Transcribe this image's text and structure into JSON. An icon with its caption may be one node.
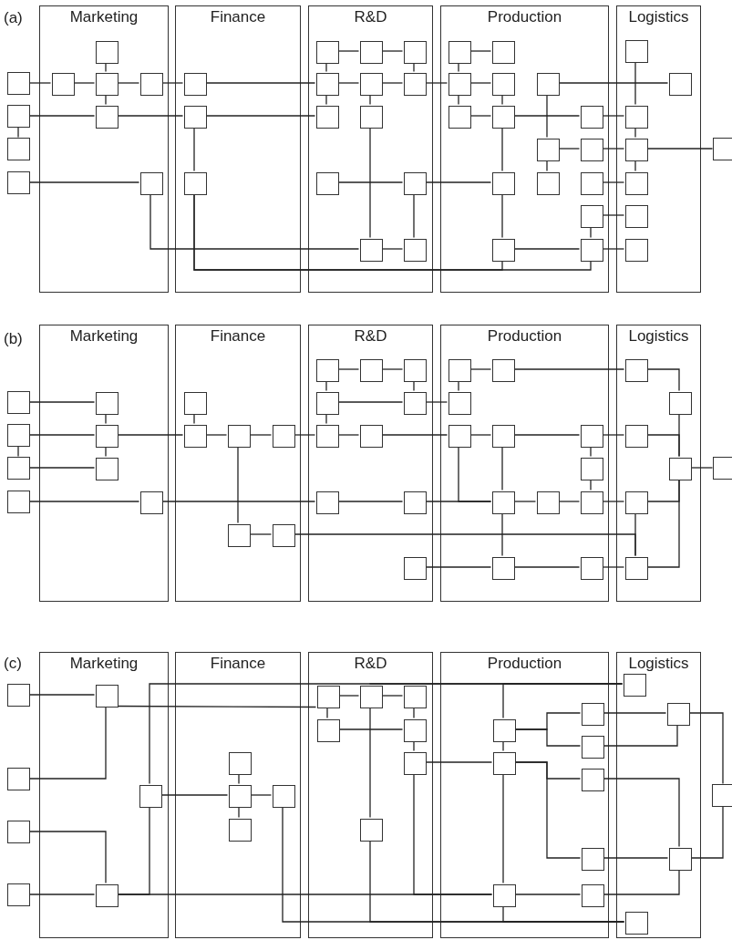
{
  "diagram": {
    "nodes": [
      {
        "text": [],
        "shape": "box"
      },
      {
        "text": [],
        "shape": "box"
      },
      {
        "text": [],
        "shape": "box"
      },
      {
        "text": [],
        "shape": "box"
      },
      {
        "text": [
          "Marketing"
        ]
      },
      {
        "text": [],
        "shape": "box",
        "in": 4
      },
      {
        "text": [],
        "shape": "box",
        "in": 4
      },
      {
        "text": [],
        "shape": "box",
        "in": 4
      },
      {
        "text": [],
        "shape": "box",
        "in": 4
      },
      {
        "text": [],
        "shape": "box",
        "in": 4
      },
      {
        "text": [],
        "shape": "box",
        "in": 4
      },
      {
        "text": [
          "Finance"
        ]
      },
      {
        "text": [],
        "shape": "box",
        "in": 11
      },
      {
        "text": [],
        "shape": "box",
        "in": 11
      },
      {
        "text": [],
        "shape": "box",
        "in": 11
      },
      {
        "text": [
          "R&D"
        ]
      },
      {
        "text": [],
        "shape": "box",
        "in": 15
      },
      {
        "text": [],
        "shape": "box",
        "in": 15
      },
      {
        "text": [],
        "shape": "box",
        "in": 15
      },
      {
        "text": [],
        "shape": "box",
        "in": 15
      },
      {
        "text": [],
        "shape": "box",
        "in": 15
      },
      {
        "text": [],
        "shape": "box",
        "in": 15
      },
      {
        "text": [],
        "shape": "box",
        "in": 15
      },
      {
        "text": [],
        "shape": "box",
        "in": 15
      },
      {
        "text": [],
        "shape": "box",
        "in": 15
      },
      {
        "text": [],
        "shape": "box",
        "in": 15
      },
      {
        "text": [],
        "shape": "box",
        "in": 15
      },
      {
        "text": [],
        "shape": "box",
        "in": 15
      },
      {
        "text": [
          "Production"
        ]
      },
      {
        "text": [],
        "shape": "box",
        "in": 28
      },
      {
        "text": [],
        "shape": "box",
        "in": 28
      },
      {
        "text": [],
        "shape": "box",
        "in": 28
      },
      {
        "text": [],
        "shape": "box",
        "in": 28
      },
      {
        "text": [],
        "shape": "box",
        "in": 28
      },
      {
        "text": [],
        "shape": "box",
        "in": 28
      },
      {
        "text": [],
        "shape": "box",
        "in": 28
      },
      {
        "text": [],
        "shape": "box",
        "in": 28
      },
      {
        "text": [],
        "shape": "box",
        "in": 28
      },
      {
        "text": [],
        "shape": "box",
        "in": 28
      },
      {
        "text": [],
        "shape": "box",
        "in": 28
      },
      {
        "text": [],
        "shape": "box",
        "in": 28
      },
      {
        "text": [],
        "shape": "box",
        "in": 28
      },
      {
        "text": [],
        "shape": "box",
        "in": 28
      },
      {
        "text": [],
        "shape": "box",
        "in": 28
      },
      {
        "text": [],
        "shape": "box",
        "in": 28
      },
      {
        "text": [
          "Logistics"
        ]
      },
      {
        "text": [],
        "shape": "box",
        "in": 45
      },
      {
        "text": [],
        "shape": "box",
        "in": 45
      },
      {
        "text": [],
        "shape": "box",
        "in": 45
      },
      {
        "text": [],
        "shape": "box",
        "in": 45
      },
      {
        "text": [],
        "shape": "box",
        "in": 45
      },
      {
        "text": [],
        "shape": "box",
        "in": 45
      },
      {
        "text": [],
        "shape": "box",
        "in": 45
      },
      {
        "text": [],
        "shape": "box"
      },
      {
        "text": [],
        "shape": "box"
      },
      {
        "text": [],
        "shape": "box"
      },
      {
        "text": [],
        "shape": "box"
      },
      {
        "text": [],
        "shape": "box"
      },
      {
        "text": [
          "Marketing"
        ]
      },
      {
        "text": [],
        "shape": "box",
        "in": 58
      },
      {
        "text": [],
        "shape": "box",
        "in": 58
      },
      {
        "text": [],
        "shape": "box",
        "in": 58
      },
      {
        "text": [],
        "shape": "box",
        "in": 58
      },
      {
        "text": [
          "Finance"
        ]
      },
      {
        "text": [],
        "shape": "box",
        "in": 63
      },
      {
        "text": [],
        "shape": "box",
        "in": 63
      },
      {
        "text": [],
        "shape": "box",
        "in": 63
      },
      {
        "text": [],
        "shape": "box",
        "in": 63
      },
      {
        "text": [],
        "shape": "box",
        "in": 63
      },
      {
        "text": [],
        "shape": "box",
        "in": 63
      },
      {
        "text": [
          "R&D"
        ]
      },
      {
        "text": [],
        "shape": "box",
        "in": 70
      },
      {
        "text": [],
        "shape": "box",
        "in": 70
      },
      {
        "text": [],
        "shape": "box",
        "in": 70
      },
      {
        "text": [],
        "shape": "box",
        "in": 70
      },
      {
        "text": [],
        "shape": "box",
        "in": 70
      },
      {
        "text": [],
        "shape": "box",
        "in": 70
      },
      {
        "text": [],
        "shape": "box",
        "in": 70
      },
      {
        "text": [],
        "shape": "box",
        "in": 70
      },
      {
        "text": [],
        "shape": "box",
        "in": 70
      },
      {
        "text": [],
        "shape": "box",
        "in": 70
      },
      {
        "text": [
          "Production"
        ]
      },
      {
        "text": [],
        "shape": "box",
        "in": 81
      },
      {
        "text": [],
        "shape": "box",
        "in": 81
      },
      {
        "text": [],
        "shape": "box",
        "in": 81
      },
      {
        "text": [],
        "shape": "box",
        "in": 81
      },
      {
        "text": [],
        "shape": "box",
        "in": 81
      },
      {
        "text": [],
        "shape": "box",
        "in": 81
      },
      {
        "text": [],
        "shape": "box",
        "in": 81
      },
      {
        "text": [],
        "shape": "box",
        "in": 81
      },
      {
        "text": [],
        "shape": "box",
        "in": 81
      },
      {
        "text": [],
        "shape": "box",
        "in": 81
      },
      {
        "text": [],
        "shape": "box",
        "in": 81
      },
      {
        "text": [],
        "shape": "box",
        "in": 81
      },
      {
        "text": [
          "Logistics"
        ]
      },
      {
        "text": [],
        "shape": "box",
        "in": 94
      },
      {
        "text": [],
        "shape": "box",
        "in": 94
      },
      {
        "text": [],
        "shape": "box",
        "in": 94
      },
      {
        "text": [],
        "shape": "box",
        "in": 94
      },
      {
        "text": [],
        "shape": "box",
        "in": 94
      },
      {
        "text": [],
        "shape": "box",
        "in": 94
      },
      {
        "text": [],
        "shape": "box"
      },
      {
        "text": [],
        "shape": "box"
      },
      {
        "text": [],
        "shape": "box"
      },
      {
        "text": [],
        "shape": "box"
      },
      {
        "text": [],
        "shape": "box"
      },
      {
        "text": [
          "Marketing"
        ]
      },
      {
        "text": [],
        "shape": "box",
        "in": 106
      },
      {
        "text": [],
        "shape": "box",
        "in": 106
      },
      {
        "text": [],
        "shape": "box",
        "in": 106
      },
      {
        "text": [
          "Finance"
        ]
      },
      {
        "text": [],
        "shape": "box",
        "in": 110
      },
      {
        "text": [],
        "shape": "box",
        "in": 110
      },
      {
        "text": [],
        "shape": "box",
        "in": 110
      },
      {
        "text": [],
        "shape": "box",
        "in": 110
      },
      {
        "text": [
          "R&D"
        ]
      },
      {
        "text": [],
        "shape": "box",
        "in": 115
      },
      {
        "text": [],
        "shape": "box",
        "in": 115
      },
      {
        "text": [],
        "shape": "box",
        "in": 115
      },
      {
        "text": [],
        "shape": "box",
        "in": 115
      },
      {
        "text": [],
        "shape": "box",
        "in": 115
      },
      {
        "text": [],
        "shape": "box",
        "in": 115
      },
      {
        "text": [],
        "shape": "box",
        "in": 115
      },
      {
        "text": [
          "Production"
        ]
      },
      {
        "text": [],
        "shape": "box",
        "in": 123
      },
      {
        "text": [],
        "shape": "box",
        "in": 123
      },
      {
        "text": [],
        "shape": "box",
        "in": 123
      },
      {
        "text": [],
        "shape": "box",
        "in": 123
      },
      {
        "text": [],
        "shape": "box",
        "in": 123
      },
      {
        "text": [],
        "shape": "box",
        "in": 123
      },
      {
        "text": [],
        "shape": "box",
        "in": 123
      },
      {
        "text": [],
        "shape": "box",
        "in": 123
      },
      {
        "text": [
          "Logistics"
        ]
      },
      {
        "text": [],
        "shape": "box",
        "in": 132
      },
      {
        "text": [],
        "shape": "box",
        "in": 132
      },
      {
        "text": [],
        "shape": "box",
        "in": 132
      },
      {
        "text": [],
        "shape": "box",
        "in": 132
      },
      {
        "text": [],
        "shape": "box"
      }
    ],
    "edges": [
      {
        "from": 0,
        "to": 5,
        "arrow": "none"
      },
      {
        "from": 5,
        "to": 7,
        "arrow": "none"
      },
      {
        "from": 7,
        "to": 8,
        "arrow": "none"
      },
      {
        "from": 8,
        "to": 12,
        "arrow": "none"
      },
      {
        "from": 12,
        "to": 19,
        "arrow": "none"
      },
      {
        "from": 19,
        "to": 20,
        "arrow": "none"
      },
      {
        "from": 20,
        "to": 21,
        "arrow": "none"
      },
      {
        "from": 21,
        "to": 31,
        "arrow": "none"
      },
      {
        "from": 31,
        "to": 32,
        "arrow": "none"
      },
      {
        "from": 6,
        "to": 7,
        "arrow": "none"
      },
      {
        "from": 7,
        "to": 9,
        "arrow": "none"
      },
      {
        "from": 1,
        "to": 9,
        "arrow": "none"
      },
      {
        "from": 9,
        "to": 13,
        "arrow": "none"
      },
      {
        "from": 13,
        "to": 22,
        "arrow": "none"
      },
      {
        "from": 1,
        "to": 2,
        "arrow": "none"
      },
      {
        "from": 3,
        "to": 10,
        "arrow": "none"
      },
      {
        "from": 10,
        "to": 26,
        "arrow": "none"
      },
      {
        "from": 13,
        "to": 14,
        "arrow": "none"
      },
      {
        "from": 14,
        "to": 43,
        "arrow": "none"
      },
      {
        "from": 14,
        "to": 44,
        "arrow": "none"
      },
      {
        "from": 16,
        "to": 17,
        "arrow": "none"
      },
      {
        "from": 17,
        "to": 18,
        "arrow": "none"
      },
      {
        "from": 16,
        "to": 19,
        "arrow": "none"
      },
      {
        "from": 19,
        "to": 22,
        "arrow": "none"
      },
      {
        "from": 18,
        "to": 21,
        "arrow": "none"
      },
      {
        "from": 20,
        "to": 23,
        "arrow": "none"
      },
      {
        "from": 23,
        "to": 26,
        "arrow": "none"
      },
      {
        "from": 24,
        "to": 25,
        "arrow": "none"
      },
      {
        "from": 25,
        "to": 39,
        "arrow": "none"
      },
      {
        "from": 25,
        "to": 27,
        "arrow": "none"
      },
      {
        "from": 26,
        "to": 27,
        "arrow": "none"
      },
      {
        "from": 29,
        "to": 30,
        "arrow": "none"
      },
      {
        "from": 29,
        "to": 31,
        "arrow": "none"
      },
      {
        "from": 31,
        "to": 34,
        "arrow": "none"
      },
      {
        "from": 32,
        "to": 35,
        "arrow": "none"
      },
      {
        "from": 34,
        "to": 35,
        "arrow": "none"
      },
      {
        "from": 35,
        "to": 36,
        "arrow": "none"
      },
      {
        "from": 36,
        "to": 48,
        "arrow": "none"
      },
      {
        "from": 33,
        "to": 47,
        "arrow": "none"
      },
      {
        "from": 33,
        "to": 37,
        "arrow": "none"
      },
      {
        "from": 37,
        "to": 40,
        "arrow": "none"
      },
      {
        "from": 37,
        "to": 38,
        "arrow": "none"
      },
      {
        "from": 38,
        "to": 49,
        "arrow": "none"
      },
      {
        "from": 49,
        "to": 53,
        "arrow": "none"
      },
      {
        "from": 35,
        "to": 39,
        "arrow": "none"
      },
      {
        "from": 39,
        "to": 43,
        "arrow": "none"
      },
      {
        "from": 43,
        "to": 44,
        "arrow": "none"
      },
      {
        "from": 44,
        "to": 52,
        "arrow": "none"
      },
      {
        "from": 42,
        "to": 44,
        "arrow": "none"
      },
      {
        "from": 42,
        "to": 51,
        "arrow": "none"
      },
      {
        "from": 41,
        "to": 50,
        "arrow": "none"
      },
      {
        "from": 46,
        "to": 48,
        "arrow": "none"
      },
      {
        "from": 48,
        "to": 49,
        "arrow": "none"
      },
      {
        "from": 49,
        "to": 50,
        "arrow": "none"
      },
      {
        "from": 54,
        "to": 59,
        "arrow": "none"
      },
      {
        "from": 55,
        "to": 60,
        "arrow": "none"
      },
      {
        "from": 60,
        "to": 65,
        "arrow": "none"
      },
      {
        "from": 65,
        "to": 66,
        "arrow": "none"
      },
      {
        "from": 66,
        "to": 67,
        "arrow": "none"
      },
      {
        "from": 67,
        "to": 76,
        "arrow": "none"
      },
      {
        "from": 76,
        "to": 77,
        "arrow": "none"
      },
      {
        "from": 77,
        "to": 85,
        "arrow": "none"
      },
      {
        "from": 85,
        "to": 86,
        "arrow": "none"
      },
      {
        "from": 86,
        "to": 87,
        "arrow": "none"
      },
      {
        "from": 87,
        "to": 97,
        "arrow": "none"
      },
      {
        "from": 97,
        "to": 98,
        "arrow": "none"
      },
      {
        "from": 95,
        "to": 96,
        "arrow": "none"
      },
      {
        "from": 96,
        "to": 98,
        "arrow": "none"
      },
      {
        "from": 99,
        "to": 98,
        "arrow": "none"
      },
      {
        "from": 98,
        "to": 100,
        "arrow": "none"
      },
      {
        "from": 98,
        "to": 101,
        "arrow": "none"
      },
      {
        "from": 55,
        "to": 56,
        "arrow": "none"
      },
      {
        "from": 59,
        "to": 60,
        "arrow": "none"
      },
      {
        "from": 60,
        "to": 61,
        "arrow": "none"
      },
      {
        "from": 56,
        "to": 61,
        "arrow": "none"
      },
      {
        "from": 57,
        "to": 62,
        "arrow": "none"
      },
      {
        "from": 62,
        "to": 78,
        "arrow": "none"
      },
      {
        "from": 78,
        "to": 79,
        "arrow": "none"
      },
      {
        "from": 79,
        "to": 89,
        "arrow": "none"
      },
      {
        "from": 85,
        "to": 89,
        "arrow": "none"
      },
      {
        "from": 89,
        "to": 90,
        "arrow": "none"
      },
      {
        "from": 90,
        "to": 91,
        "arrow": "none"
      },
      {
        "from": 91,
        "to": 99,
        "arrow": "none"
      },
      {
        "from": 87,
        "to": 88,
        "arrow": "none"
      },
      {
        "from": 88,
        "to": 91,
        "arrow": "none"
      },
      {
        "from": 86,
        "to": 89,
        "arrow": "none"
      },
      {
        "from": 89,
        "to": 92,
        "arrow": "none"
      },
      {
        "from": 64,
        "to": 65,
        "arrow": "none"
      },
      {
        "from": 66,
        "to": 68,
        "arrow": "none"
      },
      {
        "from": 68,
        "to": 69,
        "arrow": "none"
      },
      {
        "from": 69,
        "to": 100,
        "arrow": "none"
      },
      {
        "from": 99,
        "to": 100,
        "arrow": "none"
      },
      {
        "from": 71,
        "to": 72,
        "arrow": "none"
      },
      {
        "from": 72,
        "to": 73,
        "arrow": "none"
      },
      {
        "from": 71,
        "to": 74,
        "arrow": "none"
      },
      {
        "from": 74,
        "to": 76,
        "arrow": "none"
      },
      {
        "from": 73,
        "to": 75,
        "arrow": "none"
      },
      {
        "from": 74,
        "to": 75,
        "arrow": "none"
      },
      {
        "from": 75,
        "to": 84,
        "arrow": "none"
      },
      {
        "from": 82,
        "to": 84,
        "arrow": "none"
      },
      {
        "from": 82,
        "to": 83,
        "arrow": "none"
      },
      {
        "from": 83,
        "to": 95,
        "arrow": "none"
      },
      {
        "from": 80,
        "to": 92,
        "arrow": "none"
      },
      {
        "from": 92,
        "to": 93,
        "arrow": "none"
      },
      {
        "from": 93,
        "to": 100,
        "arrow": "none"
      },
      {
        "from": 102,
        "to": 107,
        "arrow": "none"
      },
      {
        "from": 107,
        "to": 116,
        "arrow": "none"
      },
      {
        "from": 116,
        "to": 117,
        "arrow": "none"
      },
      {
        "from": 117,
        "to": 118,
        "arrow": "none"
      },
      {
        "from": 107,
        "to": 103,
        "arrow": "none"
      },
      {
        "from": 104,
        "to": 109,
        "arrow": "none"
      },
      {
        "from": 105,
        "to": 109,
        "arrow": "none"
      },
      {
        "from": 109,
        "to": 130,
        "arrow": "none"
      },
      {
        "from": 108,
        "to": 133,
        "arrow": "none"
      },
      {
        "from": 108,
        "to": 109,
        "arrow": "none"
      },
      {
        "from": 117,
        "to": 133,
        "arrow": "none"
      },
      {
        "from": 124,
        "to": 133,
        "arrow": "none"
      },
      {
        "from": 121,
        "to": 130,
        "arrow": "none"
      },
      {
        "from": 130,
        "to": 131,
        "arrow": "none"
      },
      {
        "from": 113,
        "to": 136,
        "arrow": "none"
      },
      {
        "from": 122,
        "to": 136,
        "arrow": "none"
      },
      {
        "from": 117,
        "to": 122,
        "arrow": "none"
      },
      {
        "from": 130,
        "to": 136,
        "arrow": "none"
      },
      {
        "from": 108,
        "to": 112,
        "arrow": "none"
      },
      {
        "from": 112,
        "to": 113,
        "arrow": "none"
      },
      {
        "from": 111,
        "to": 112,
        "arrow": "none"
      },
      {
        "from": 112,
        "to": 114,
        "arrow": "none"
      },
      {
        "from": 116,
        "to": 119,
        "arrow": "none"
      },
      {
        "from": 119,
        "to": 120,
        "arrow": "none"
      },
      {
        "from": 118,
        "to": 120,
        "arrow": "none"
      },
      {
        "from": 120,
        "to": 121,
        "arrow": "none"
      },
      {
        "from": 121,
        "to": 125,
        "arrow": "none"
      },
      {
        "from": 124,
        "to": 125,
        "arrow": "none"
      },
      {
        "from": 125,
        "to": 130,
        "arrow": "none"
      },
      {
        "from": 124,
        "to": 126,
        "arrow": "none"
      },
      {
        "from": 124,
        "to": 127,
        "arrow": "none"
      },
      {
        "from": 125,
        "to": 128,
        "arrow": "none"
      },
      {
        "from": 125,
        "to": 129,
        "arrow": "none"
      },
      {
        "from": 126,
        "to": 134,
        "arrow": "none"
      },
      {
        "from": 127,
        "to": 134,
        "arrow": "none"
      },
      {
        "from": 134,
        "to": 137,
        "arrow": "none"
      },
      {
        "from": 137,
        "to": 135,
        "arrow": "none"
      },
      {
        "from": 128,
        "to": 135,
        "arrow": "none"
      },
      {
        "from": 129,
        "to": 135,
        "arrow": "none"
      },
      {
        "from": 135,
        "to": 131,
        "arrow": "none"
      }
    ],
    "labels": [
      "(a)",
      "(b)",
      "(c)"
    ]
  }
}
